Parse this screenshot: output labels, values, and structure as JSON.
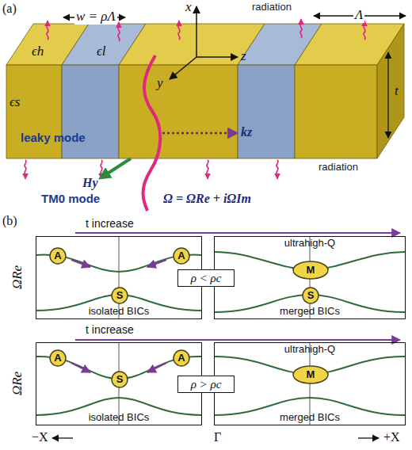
{
  "diagram": {
    "nodes": [
      {
        "text": [
          "isolated BICs"
        ]
      },
      {
        "text": [
          "A"
        ],
        "in": 0
      },
      {
        "text": [
          "A"
        ],
        "in": 0
      },
      {
        "text": [
          "S"
        ],
        "in": 0
      },
      {
        "text": [
          "ultrahigh-Q",
          "merged BICs"
        ]
      },
      {
        "text": [
          "M"
        ],
        "in": 4
      },
      {
        "text": [
          "S"
        ],
        "in": 4
      },
      {
        "text": [
          "ρ < ρc"
        ]
      },
      {
        "text": [
          "isolated BICs"
        ]
      },
      {
        "text": [
          "A"
        ],
        "in": 8
      },
      {
        "text": [
          "A"
        ],
        "in": 8
      },
      {
        "text": [
          "S"
        ],
        "in": 8
      },
      {
        "text": [
          "ultrahigh-Q",
          "merged BICs"
        ]
      },
      {
        "text": [
          "M"
        ],
        "in": 12
      },
      {
        "text": [
          "ρ > ρc"
        ]
      }
    ],
    "labels": [
      "(a)",
      "w = ρΛ",
      "ϵh",
      "ϵl",
      "x",
      "y",
      "z",
      "radiation",
      "Λ",
      "t",
      "ϵs",
      "leaky mode",
      "kz",
      "Hy",
      "TM0 mode",
      "Ω = ΩRe + iΩIm",
      "radiation",
      "(b)",
      "t increase",
      "t increase",
      "ΩRe",
      "ΩRe",
      "−X",
      "Γ",
      "+X"
    ]
  }
}
